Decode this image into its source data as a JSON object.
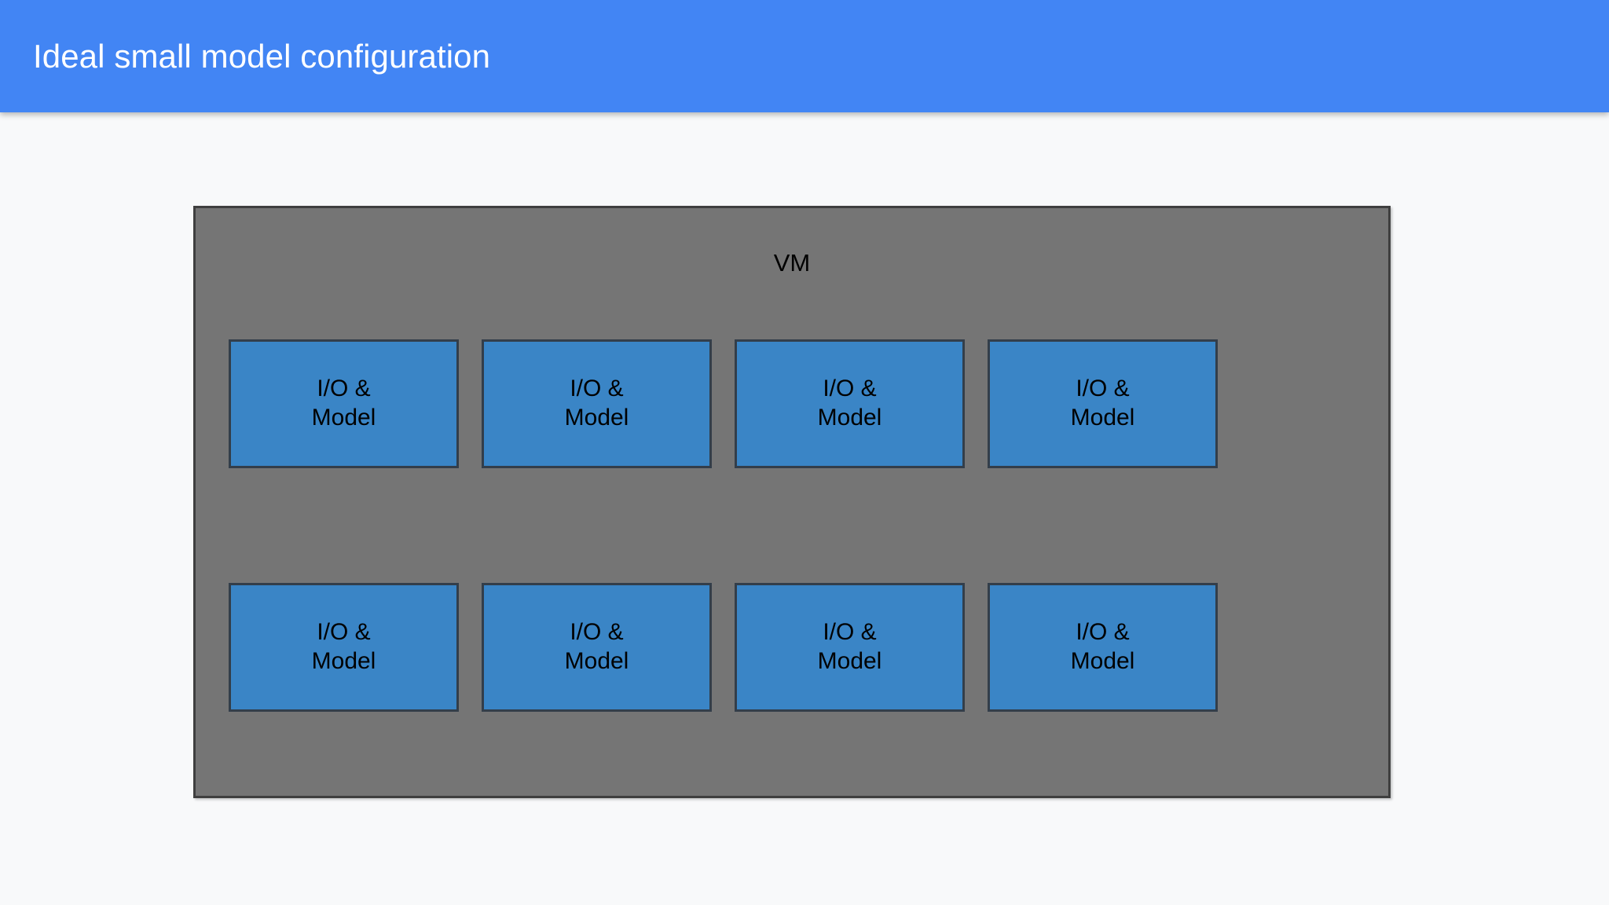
{
  "header": {
    "title": "Ideal small model configuration",
    "background_color": "#4285F4",
    "text_color": "#FFFFFF"
  },
  "canvas": {
    "background_color": "#F8F9FA"
  },
  "diagram": {
    "container": {
      "label": "VM",
      "fill_color": "#757575",
      "border_color": "#3F3F3F",
      "label_color": "#000000"
    },
    "box_style": {
      "fill_color": "#3A85C6",
      "border_color": "#333E4A",
      "text_color": "#000000"
    },
    "rows": [
      {
        "row_index": 1,
        "boxes": [
          {
            "line1": "I/O &",
            "line2": "Model"
          },
          {
            "line1": "I/O &",
            "line2": "Model"
          },
          {
            "line1": "I/O &",
            "line2": "Model"
          },
          {
            "line1": "I/O &",
            "line2": "Model"
          }
        ]
      },
      {
        "row_index": 2,
        "boxes": [
          {
            "line1": "I/O &",
            "line2": "Model"
          },
          {
            "line1": "I/O &",
            "line2": "Model"
          },
          {
            "line1": "I/O &",
            "line2": "Model"
          },
          {
            "line1": "I/O &",
            "line2": "Model"
          }
        ]
      }
    ]
  }
}
